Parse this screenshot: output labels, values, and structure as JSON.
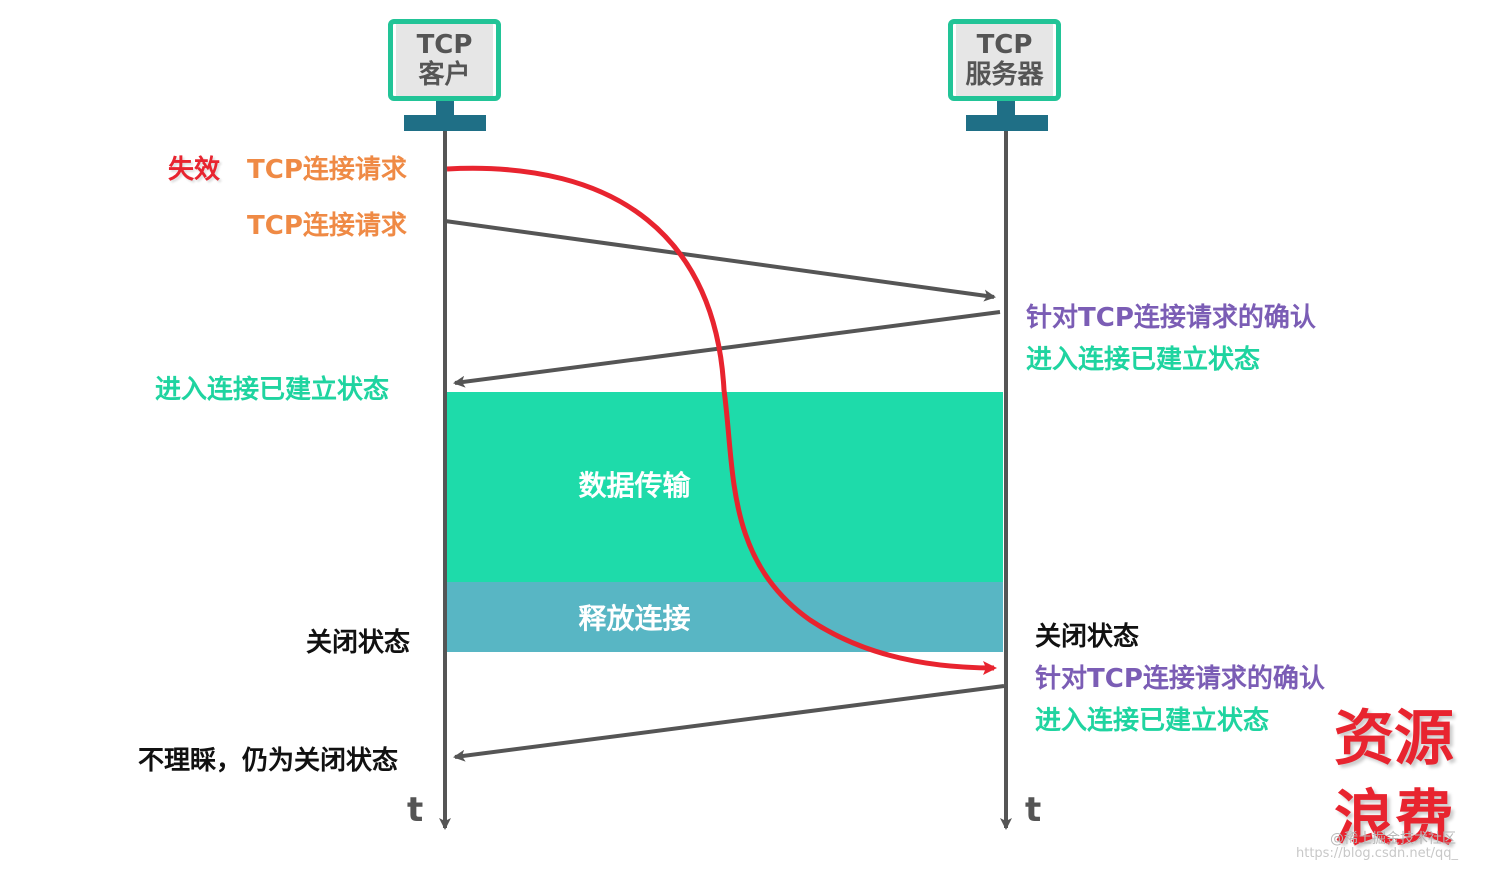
{
  "client": {
    "line1": "TCP",
    "line2": "客户"
  },
  "server": {
    "line1": "TCP",
    "line2": "服务器"
  },
  "labels": {
    "invalid_tag": "失效",
    "invalid_request": "TCP连接请求",
    "request": "TCP连接请求",
    "server_ack_1": "针对TCP连接请求的确认",
    "server_established_1": "进入连接已建立状态",
    "client_established": "进入连接已建立状态",
    "data_transfer": "数据传输",
    "release": "释放连接",
    "client_closed": "关闭状态",
    "server_closed": "关闭状态",
    "server_ack_2": "针对TCP连接请求的确认",
    "server_established_2": "进入连接已建立状态",
    "client_ignore": "不理睬，仍为关闭状态",
    "time_left": "t",
    "time_right": "t",
    "waste_1": "资源",
    "waste_2": "浪费"
  },
  "watermark": {
    "brand": "@稀土掘金技术社区",
    "url": "https://blog.csdn.net/qq_"
  },
  "colors": {
    "orange": "#ef8a45",
    "red": "#e8242f",
    "green": "#1fd4a0",
    "purple": "#7b5db5",
    "host_border": "#22c497",
    "data_block": "#1edbaa",
    "release_block": "#58b6c4",
    "timeline": "#555555"
  }
}
